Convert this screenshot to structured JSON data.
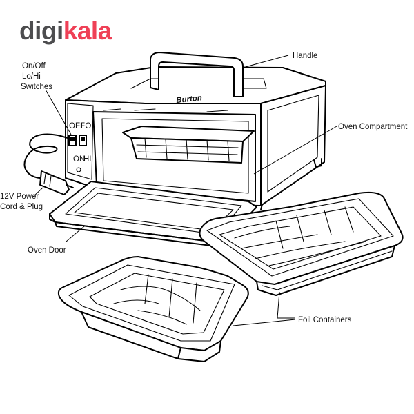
{
  "logo": {
    "part1": "digi",
    "part2": "kala"
  },
  "labels": {
    "handle": "Handle",
    "switches": [
      "On/Off",
      "Lo/Hi",
      "Switches"
    ],
    "compartment": "Oven Compartment",
    "power": [
      "12V Power",
      "Cord & Plug"
    ],
    "door": "Oven Door",
    "foil": "Foil Containers"
  },
  "product": {
    "brand": "Burton",
    "switch_off": "OFF",
    "switch_lo": "LO",
    "switch_on": "ON",
    "switch_hi": "HI"
  },
  "colors": {
    "logo_gray": "#4d4d4f",
    "logo_red": "#ef4056"
  }
}
